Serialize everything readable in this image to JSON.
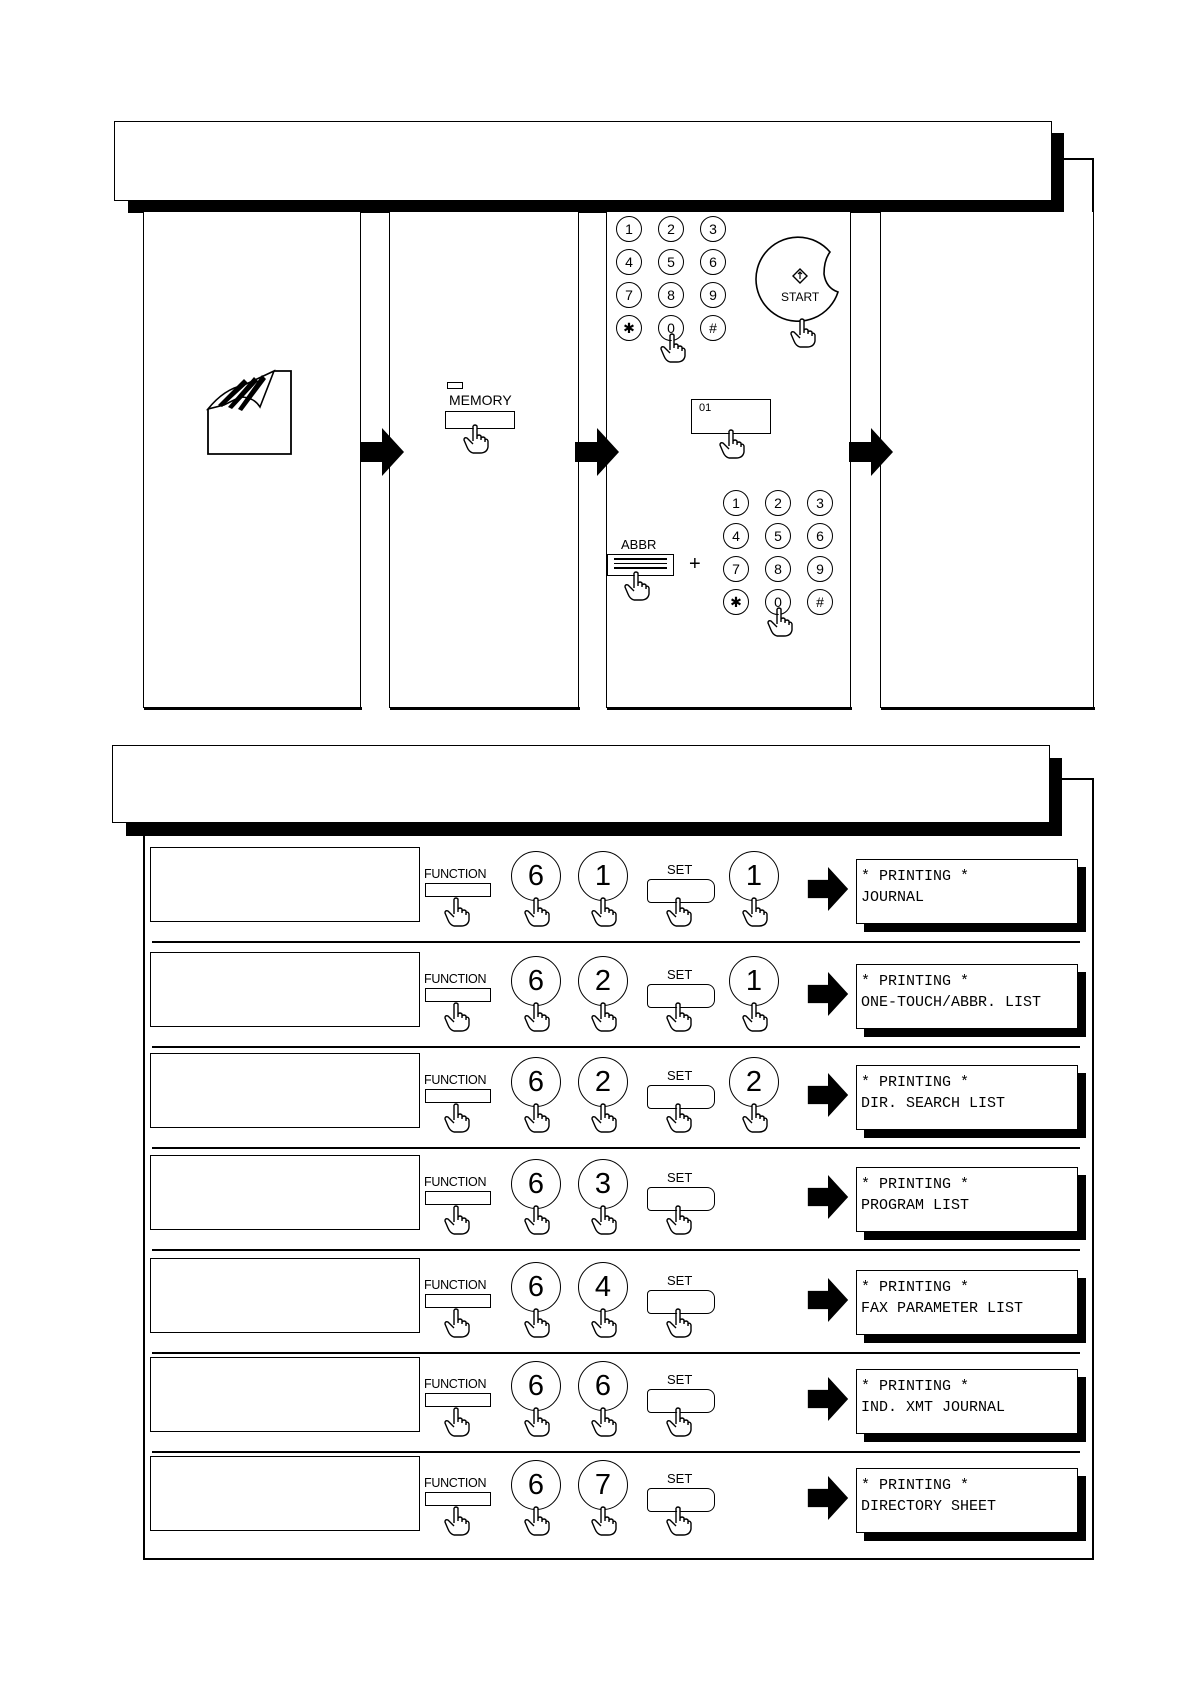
{
  "memory_section": {
    "memory_button_label": "MEMORY",
    "start_button_label": "START",
    "display_value": "01",
    "abbr_button_label": "ABBR",
    "plus_sign": "+",
    "keypad": [
      "1",
      "2",
      "3",
      "4",
      "5",
      "6",
      "7",
      "8",
      "9",
      "✱",
      "0",
      "#"
    ]
  },
  "report_rows": [
    {
      "function_label": "FUNCTION",
      "keys": [
        "6",
        "1"
      ],
      "set_label": "SET",
      "extra_key": "1",
      "lcd_line1": "* PRINTING *",
      "lcd_line2": "JOURNAL"
    },
    {
      "function_label": "FUNCTION",
      "keys": [
        "6",
        "2"
      ],
      "set_label": "SET",
      "extra_key": "1",
      "lcd_line1": "* PRINTING *",
      "lcd_line2": "ONE-TOUCH/ABBR. LIST"
    },
    {
      "function_label": "FUNCTION",
      "keys": [
        "6",
        "2"
      ],
      "set_label": "SET",
      "extra_key": "2",
      "lcd_line1": "* PRINTING *",
      "lcd_line2": "DIR. SEARCH LIST"
    },
    {
      "function_label": "FUNCTION",
      "keys": [
        "6",
        "3"
      ],
      "set_label": "SET",
      "extra_key": "",
      "lcd_line1": "* PRINTING *",
      "lcd_line2": "PROGRAM LIST"
    },
    {
      "function_label": "FUNCTION",
      "keys": [
        "6",
        "4"
      ],
      "set_label": "SET",
      "extra_key": "",
      "lcd_line1": "* PRINTING *",
      "lcd_line2": "FAX PARAMETER LIST"
    },
    {
      "function_label": "FUNCTION",
      "keys": [
        "6",
        "6"
      ],
      "set_label": "SET",
      "extra_key": "",
      "lcd_line1": "* PRINTING *",
      "lcd_line2": "IND. XMT JOURNAL"
    },
    {
      "function_label": "FUNCTION",
      "keys": [
        "6",
        "7"
      ],
      "set_label": "SET",
      "extra_key": "",
      "lcd_line1": "* PRINTING *",
      "lcd_line2": "DIRECTORY SHEET"
    }
  ]
}
